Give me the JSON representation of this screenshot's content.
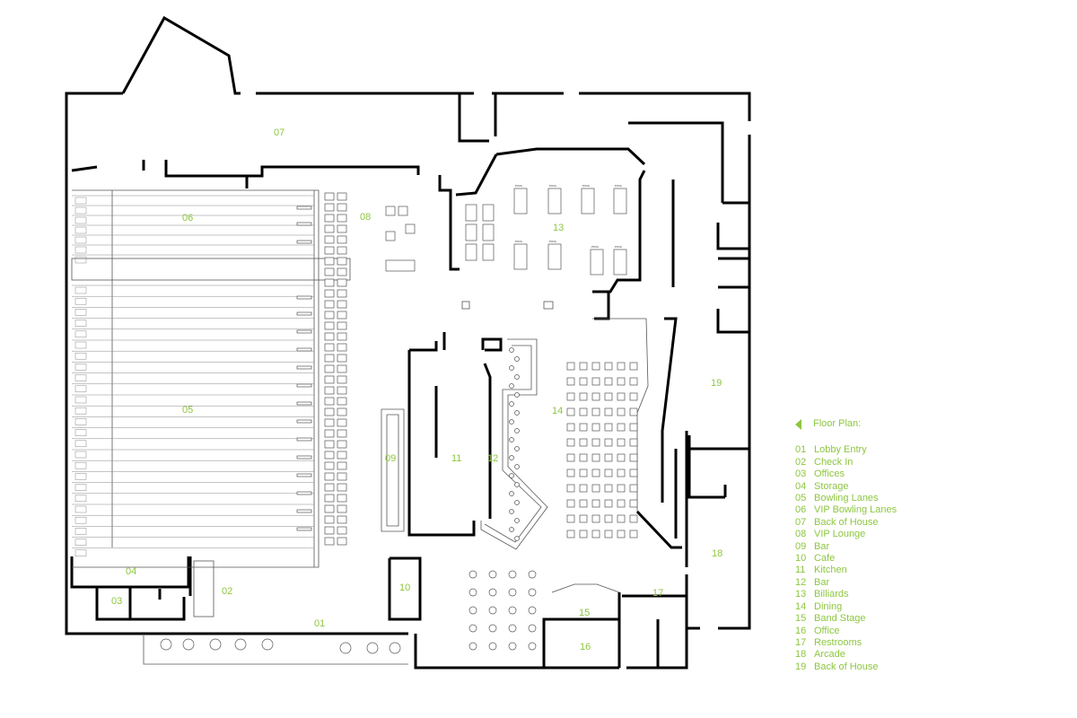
{
  "legend": {
    "title": "Floor Plan:",
    "items": [
      {
        "num": "01",
        "label": "Lobby Entry"
      },
      {
        "num": "02",
        "label": "Check In"
      },
      {
        "num": "03",
        "label": "Offices"
      },
      {
        "num": "04",
        "label": "Storage"
      },
      {
        "num": "05",
        "label": "Bowling Lanes"
      },
      {
        "num": "06",
        "label": "VIP Bowling Lanes"
      },
      {
        "num": "07",
        "label": "Back of House"
      },
      {
        "num": "08",
        "label": "VIP Lounge"
      },
      {
        "num": "09",
        "label": "Bar"
      },
      {
        "num": "10",
        "label": "Cafe"
      },
      {
        "num": "11",
        "label": "Kitchen"
      },
      {
        "num": "12",
        "label": "Bar"
      },
      {
        "num": "13",
        "label": "Billiards"
      },
      {
        "num": "14",
        "label": "Dining"
      },
      {
        "num": "15",
        "label": "Band Stage"
      },
      {
        "num": "16",
        "label": "Office"
      },
      {
        "num": "17",
        "label": "Restrooms"
      },
      {
        "num": "18",
        "label": "Arcade"
      },
      {
        "num": "19",
        "label": "Back of House"
      }
    ]
  },
  "rooms": [
    "01",
    "02",
    "03",
    "04",
    "05",
    "06",
    "07",
    "08",
    "09",
    "10",
    "11",
    "12",
    "13",
    "14",
    "15",
    "16",
    "17",
    "18",
    "19"
  ],
  "table_label": "POOL",
  "accent_color": "#8dc63f"
}
